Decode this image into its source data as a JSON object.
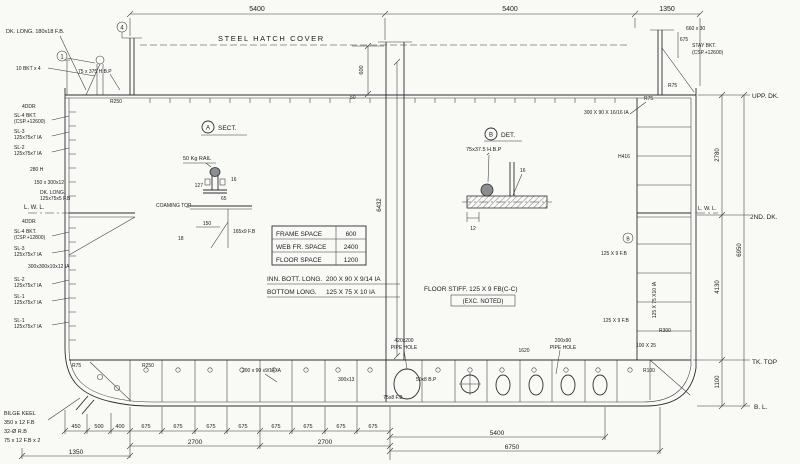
{
  "top": {
    "dk_long": "DK. LONG. 180x18 F.B.",
    "mark4": "4",
    "mark1": "1",
    "bkt10": "10 BKT x 4",
    "hbp": "75 x 375 H.B.P",
    "r250": "R250",
    "dim_a": "5400",
    "dim_b": "5400",
    "dim_c": "1350",
    "hatch_cover": "STEEL HATCH COVER",
    "d600": "600",
    "d50": "50",
    "d675": "675",
    "d660": "660 x 30",
    "stay": "STAY BKT.",
    "stay_csp": "(CSP.+12600)",
    "r75": "R75"
  },
  "left": {
    "addr1": "4DDR",
    "g1a": "SL-4 BKT.",
    "g1b": "(CSP.+12600)",
    "g2a": "SL-3",
    "g2b": "125x75x7 IA",
    "g3a": "SL-2",
    "g3b": "125x75x7 IA",
    "h280": "280 H",
    "d150_300": "150 x 300x12",
    "dk2a": "DK. LONG.",
    "dk2b": "125x75x5 F.B",
    "lwl": "L. W. L.",
    "addr2": "4DDR",
    "g4a": "SL-4 BKT.",
    "g4b": "(CSP.+12800)",
    "g5a": "SL-3",
    "g5b": "125x75x7 IA",
    "web": "300x300x10x12 IA",
    "g6a": "SL-2",
    "g6b": "125x75x7 IA",
    "g7a": "SL-1",
    "g7b": "125x75x7 IA",
    "g8a": "SL-1",
    "g8b": "125x75x7 IA"
  },
  "sect_a": {
    "ref": "A",
    "title": "SECT.",
    "rail": "50 Kg RAIL",
    "d127": "127",
    "d65": "65",
    "d16": "16",
    "coaming": "COAMING TOP",
    "d150": "150",
    "fb165": "165x9 F.B",
    "d18": "18"
  },
  "det_b": {
    "ref": "B",
    "title": "DET.",
    "hbp": "75x37.5 H.B.P",
    "d16": "16",
    "d12": "12"
  },
  "table": {
    "r1_label": "FRAME SPACE",
    "r1_value": "600",
    "r2_label": "WEB FR. SPACE",
    "r2_value": "2400",
    "r3_label": "FLOOR SPACE",
    "r3_value": "1200"
  },
  "notes": {
    "inn_label": "INN. BOTT. LONG.",
    "inn_value": "200 X 90 X 9/14 IA",
    "bot_label": "BOTTOM  LONG.",
    "bot_value": "125 X 75 X 10  IA",
    "floor_stiff": "FLOOR STIFF.  125 X 9 FB(C-C)",
    "exc": "(EXC. NOTED)"
  },
  "center": {
    "d6432": "6432"
  },
  "right": {
    "deck_long": "300 X 90 X 16/16 IA",
    "r75": "R75",
    "h416": "H416",
    "fb_a": "125 X 9 F.B",
    "side_long": "125 X 75 X10 IA",
    "fb_b": "125 X 9 F.B",
    "d100x25": "100 X 25",
    "r300": "R300",
    "r100": "R100",
    "upp_dk": "UPP. DK.",
    "dk2": "2ND. DK.",
    "lwl": "L. W. L.",
    "tk_top": "TK. TOP",
    "bl": "B. L.",
    "d2780": "2780",
    "d6950": "6950",
    "d4130": "4130",
    "d1100": "1100"
  },
  "bottom": {
    "r75": "R75",
    "r250": "R250",
    "long_ia": "200 x 90 x9/14 IA",
    "g300x13": "300x13",
    "pipe1a": "420x200",
    "pipe1b": "PIPE HOLE",
    "pipe2a": "200x90",
    "pipe2b": "PIPE HOLE",
    "d1620": "1620",
    "bp": "50x8 B.P",
    "fb": "75x8 F.B",
    "bilge1": "BILGE KEEL",
    "bilge2": "350 x 12 F.B",
    "bilge3": "32-Ø R.B",
    "bilge4": "75 x 12 F.B x 2",
    "d450": "450",
    "d500": "500",
    "d400": "400",
    "d675": "675",
    "d5400": "5400",
    "d6750": "6750",
    "d2700": "2700",
    "d1350": "1350"
  }
}
